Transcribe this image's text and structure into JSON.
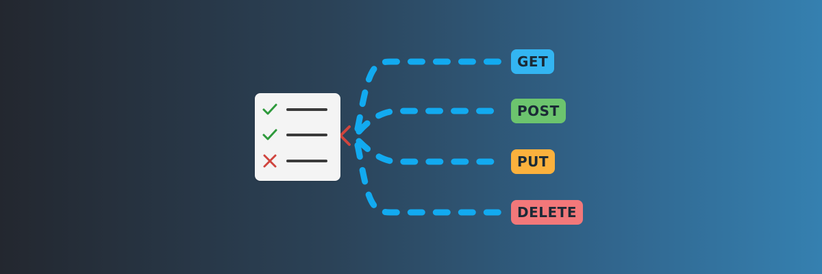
{
  "checklist": {
    "items": [
      {
        "status": "pass",
        "icon": "check-icon"
      },
      {
        "status": "pass",
        "icon": "check-icon"
      },
      {
        "status": "fail",
        "icon": "cross-icon"
      }
    ],
    "result_icon": "cross-icon"
  },
  "methods": [
    {
      "label": "GET",
      "color": "#33b5f2"
    },
    {
      "label": "POST",
      "color": "#6cc46e"
    },
    {
      "label": "PUT",
      "color": "#fbb13d"
    },
    {
      "label": "DELETE",
      "color": "#f2787a"
    }
  ],
  "colors": {
    "connector": "#12aaf0",
    "pass": "#2e9a3c",
    "fail": "#d0453e",
    "line": "#3a3a3a",
    "card": "#f4f4f4"
  }
}
